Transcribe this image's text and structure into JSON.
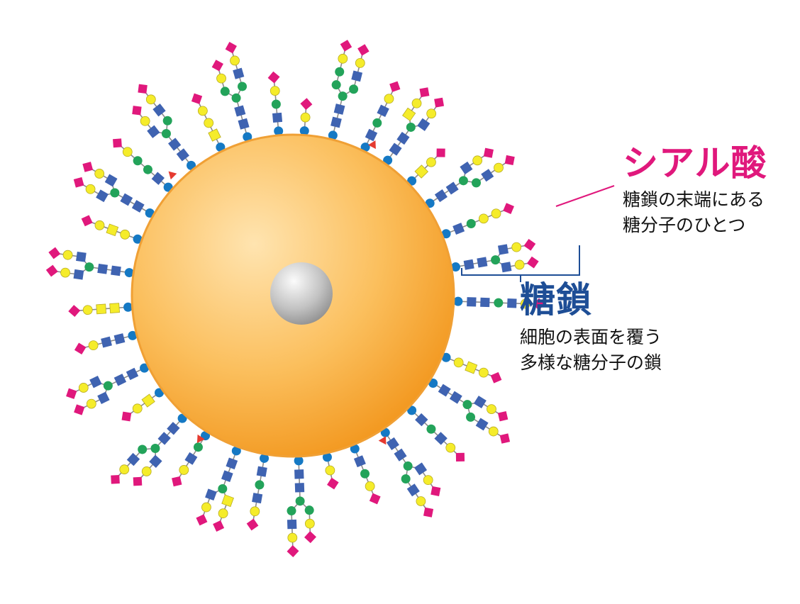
{
  "sialic": {
    "title": "シアル酸",
    "desc_line1": "糖鎖の末端にある",
    "desc_line2": "糖分子のひとつ"
  },
  "glycan": {
    "title": "糖鎖",
    "desc_line1": "細胞の表面を覆う",
    "desc_line2": "多様な糖分子の鎖"
  },
  "colors": {
    "sialic_accent": "#e0187c",
    "glycan_accent": "#1e4e96",
    "cell_body": "#f7a531",
    "nucleus": "#b4b4b4",
    "galactose_yellow": "#f5ec2a",
    "glcnac_blue": "#3f63b1",
    "mannose_green": "#23a35a",
    "glucose_blue": "#1579c4",
    "fucose_red": "#e53a30",
    "sialic_magenta": "#e0187c"
  }
}
